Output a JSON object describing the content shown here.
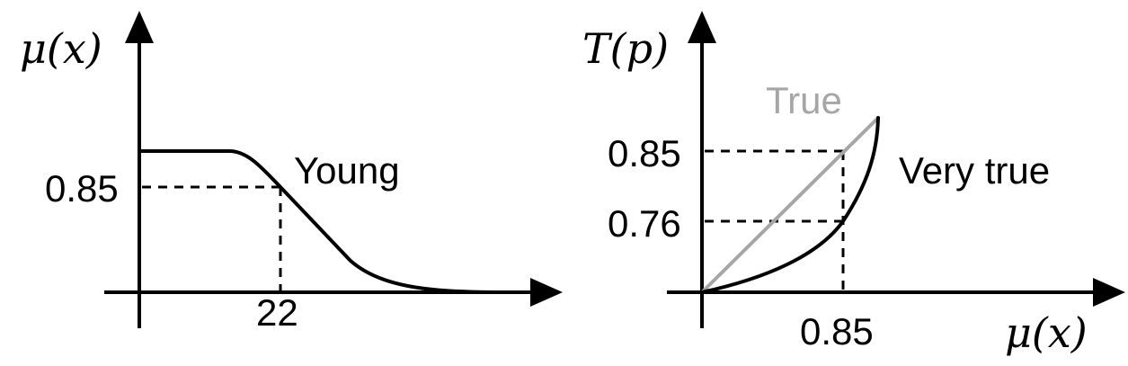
{
  "colors": {
    "foreground": "#000000",
    "true_curve": "#a6a6a6",
    "background": "#ffffff"
  },
  "left_panel": {
    "y_axis_label": "μ(x)",
    "y_tick": "0.85",
    "x_tick": "22",
    "curve_label": "Young"
  },
  "right_panel": {
    "y_axis_label": "T(p)",
    "x_axis_label": "μ(x)",
    "y_tick_upper": "0.85",
    "y_tick_lower": "0.76",
    "x_tick": "0.85",
    "true_label": "True",
    "very_true_label": "Very true"
  }
}
